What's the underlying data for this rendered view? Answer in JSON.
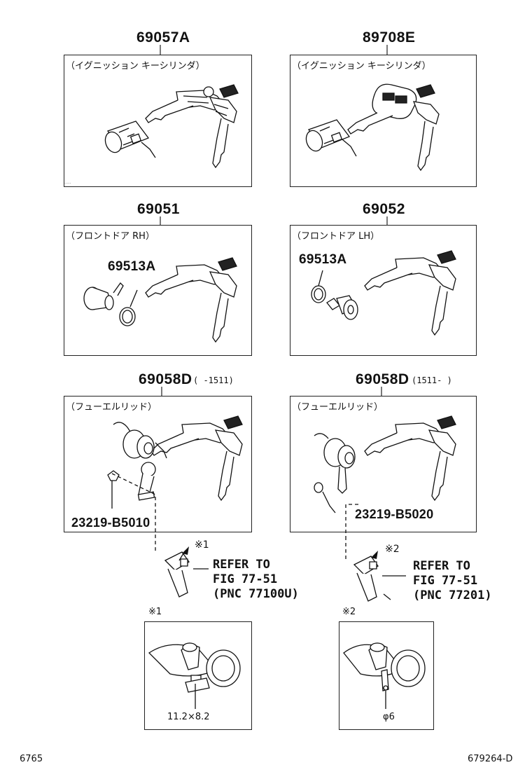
{
  "parts": {
    "p1": {
      "number": "69057A",
      "caption": "（イグニッション キーシリンダ）"
    },
    "p2": {
      "number": "89708E",
      "caption": "（イグニッション キーシリンダ）"
    },
    "p3": {
      "number": "69051",
      "caption": "（フロントドア RH）",
      "sub": "69513A"
    },
    "p4": {
      "number": "69052",
      "caption": "（フロントドア LH）",
      "sub": "69513A"
    },
    "p5": {
      "number": "69058D",
      "range": "(    -1511)",
      "caption": "（フューエルリッド）",
      "sub": "23219-B5010"
    },
    "p6": {
      "number": "69058D",
      "range": "(1511-    )",
      "caption": "（フューエルリッド）",
      "sub": "23219-B5020"
    }
  },
  "refs": {
    "left": {
      "mark": "※1",
      "line1": "REFER TO",
      "line2": "FIG 77-51",
      "line3": "(PNC 77100U)"
    },
    "right": {
      "mark": "※2",
      "line1": "REFER TO",
      "line2": "FIG 77-51",
      "line3": "(PNC 77201)"
    }
  },
  "details": {
    "left": {
      "mark": "※1",
      "dimension": "11.2×8.2"
    },
    "right": {
      "mark": "※2",
      "dimension": "φ6"
    }
  },
  "footer": {
    "left": "6765",
    "right": "679264-D"
  }
}
